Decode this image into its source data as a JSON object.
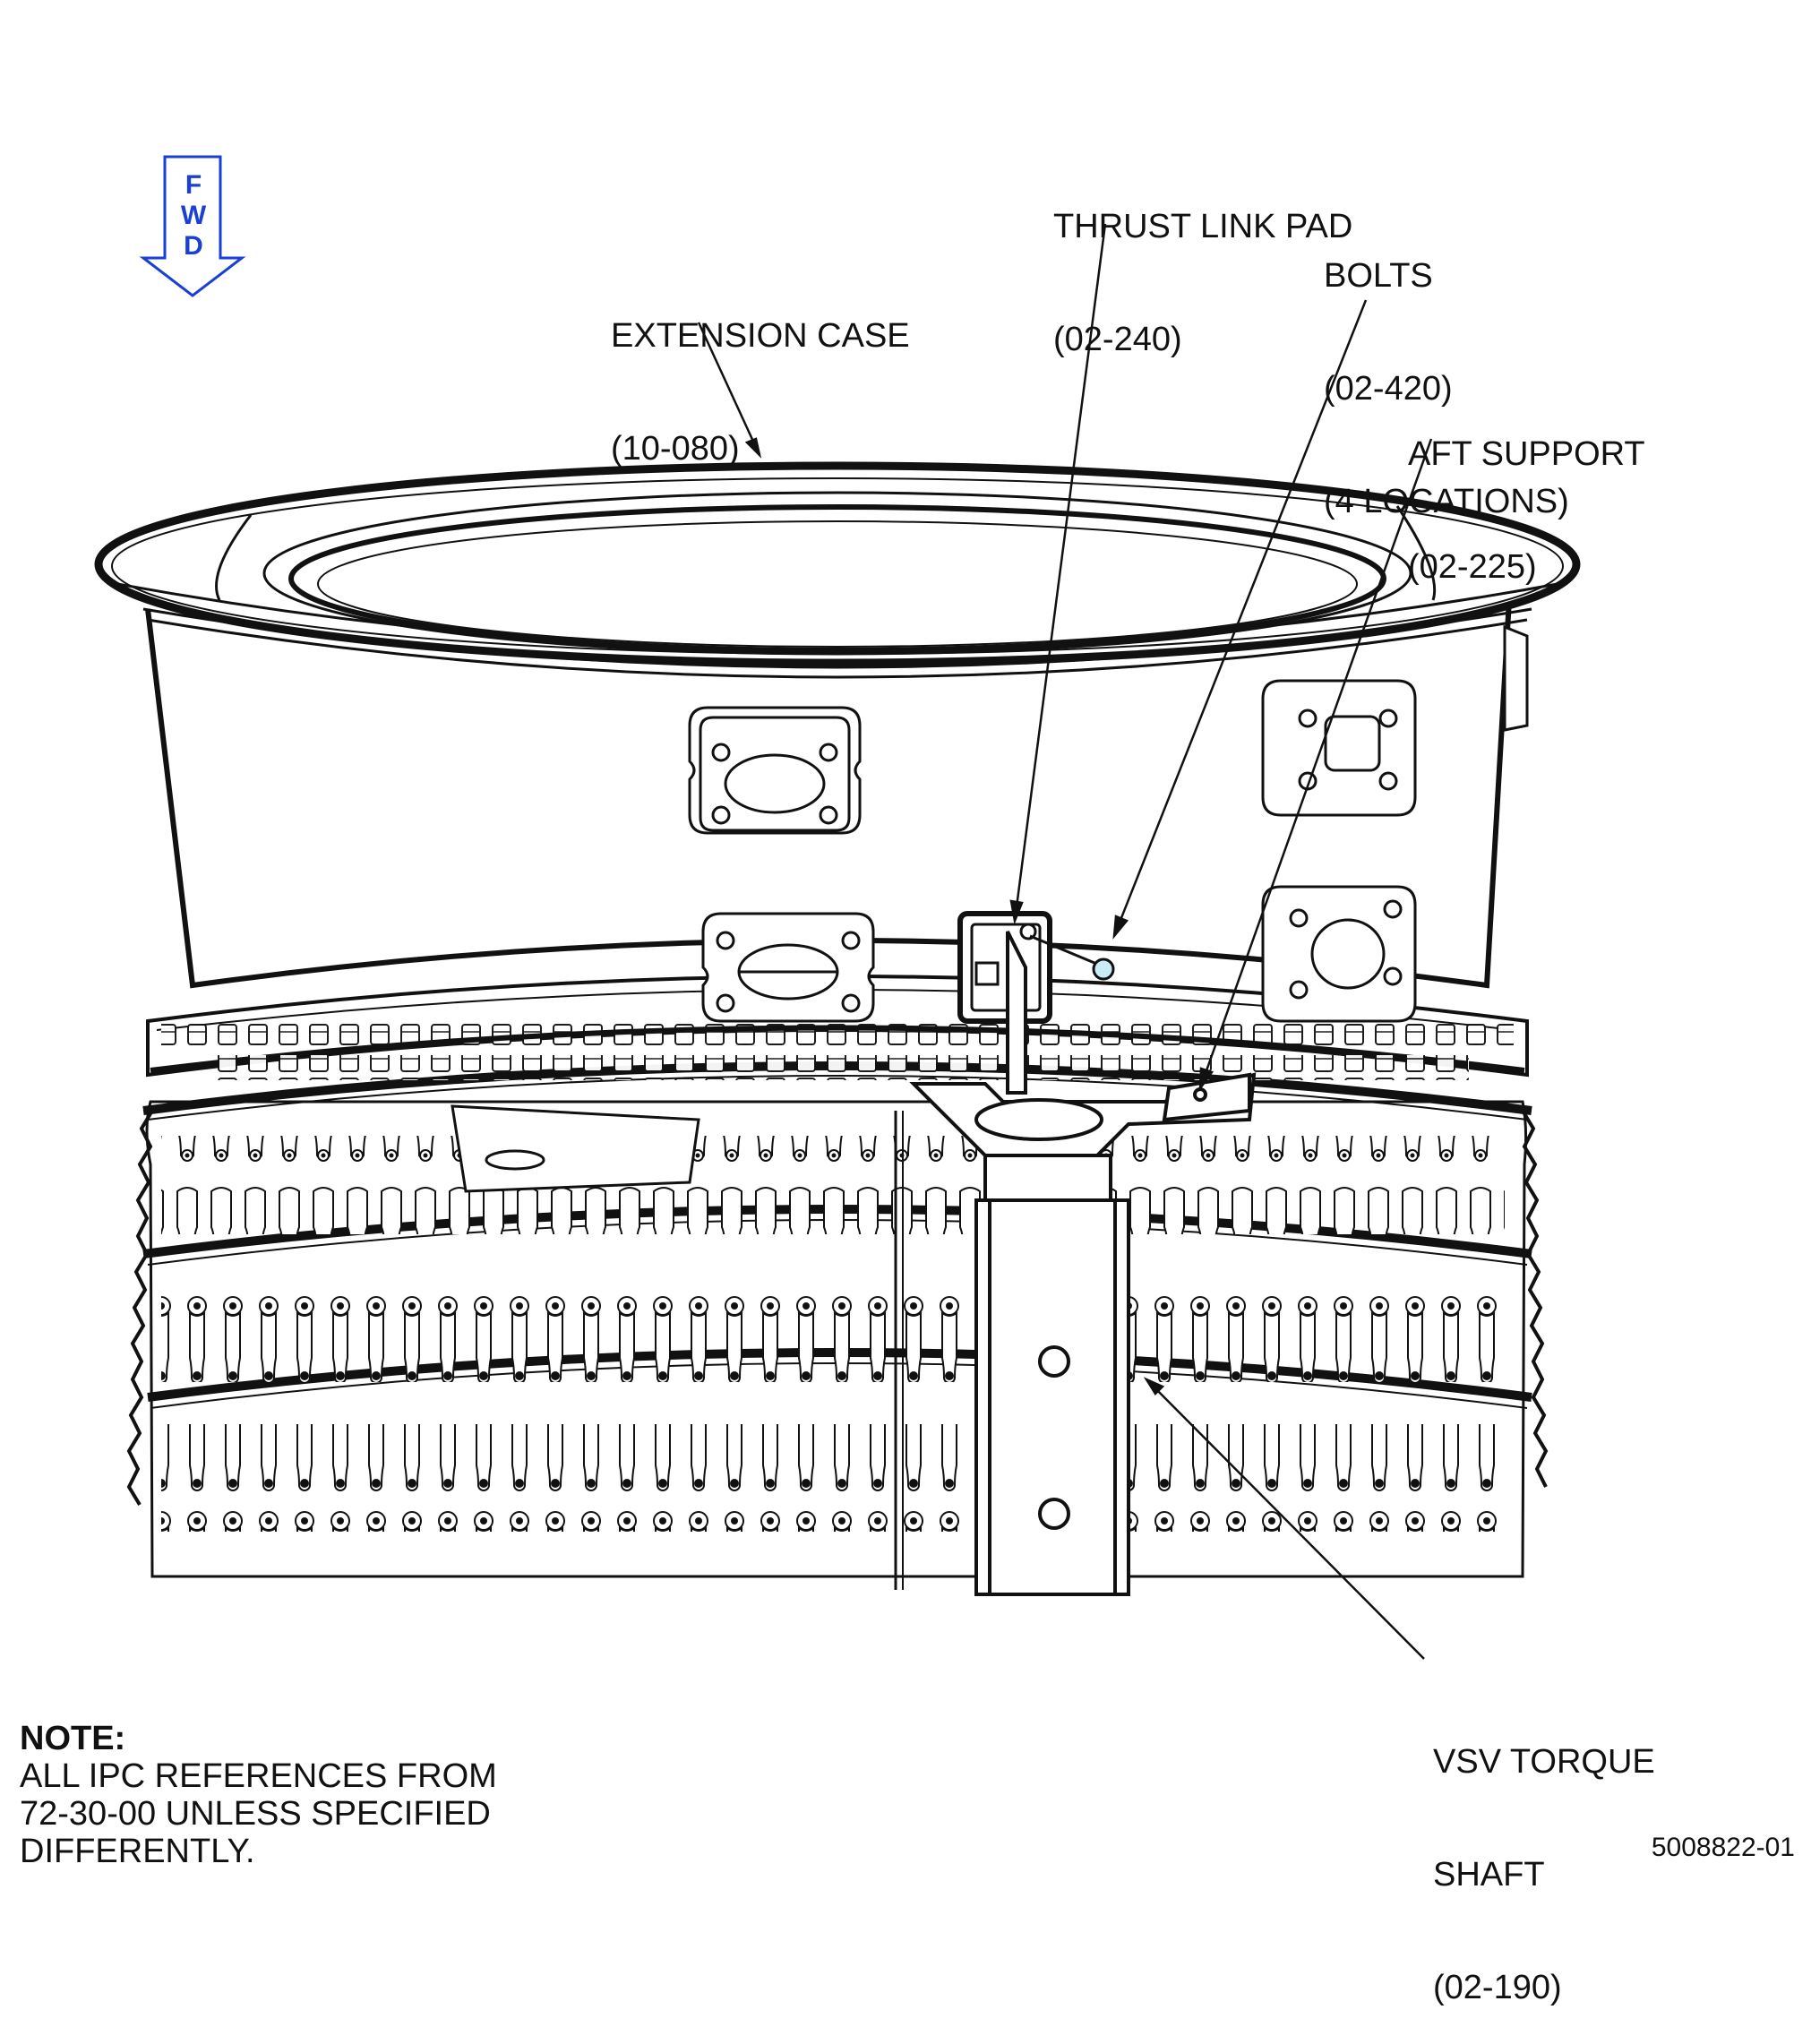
{
  "fwd": {
    "letters": [
      "F",
      "W",
      "D"
    ],
    "color": "#1a3fd6"
  },
  "callouts": [
    {
      "id": "thrust-link-pad",
      "lines": [
        "THRUST LINK PAD",
        "(02-240)"
      ]
    },
    {
      "id": "bolts",
      "lines": [
        "BOLTS",
        "(02-420)",
        "(4 LOCATIONS)"
      ]
    },
    {
      "id": "extension-case",
      "lines": [
        "EXTENSION CASE",
        "(10-080)"
      ]
    },
    {
      "id": "aft-support",
      "lines": [
        "AFT SUPPORT",
        "(02-225)"
      ]
    },
    {
      "id": "vsv-torque-shaft",
      "lines": [
        "VSV TORQUE",
        "SHAFT",
        "(02-190)"
      ]
    }
  ],
  "note": {
    "title": "NOTE:",
    "body": "ALL IPC REFERENCES FROM\n72-30-00 UNLESS SPECIFIED\nDIFFERENTLY."
  },
  "document_number": "5008822-01"
}
